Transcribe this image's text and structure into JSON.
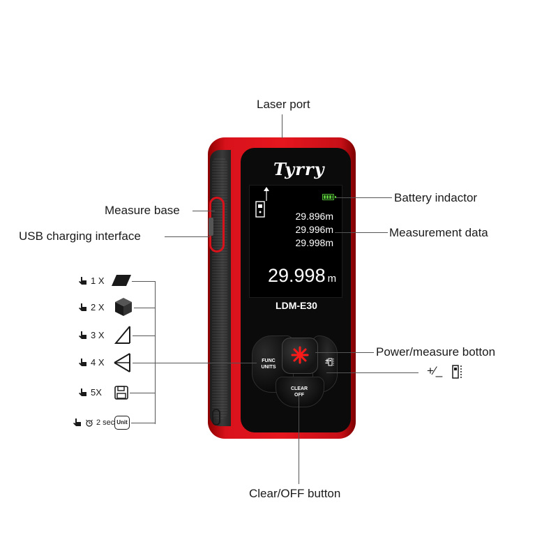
{
  "product": {
    "brand": "Tyrry",
    "model": "LDM-E30"
  },
  "display": {
    "readings": [
      "29.896m",
      "29.996m",
      "29.998m"
    ],
    "main_value": "29.998",
    "main_unit": "m"
  },
  "buttons": {
    "func": [
      "FUNC",
      "UNITS"
    ],
    "clear": [
      "CLEAR",
      "OFF"
    ],
    "right_symbol": "±"
  },
  "callouts": {
    "laser_port": "Laser port",
    "battery": "Battery indactor",
    "measure_base": "Measure base",
    "usb": "USB charging interface",
    "measurement_data": "Measurement data",
    "power": "Power/measure botton",
    "clear_off": "Clear/OFF button",
    "plus_minus_symbol": "+⁄_"
  },
  "press_legend": [
    {
      "count": "1 X",
      "mode": "area-icon"
    },
    {
      "count": "2 X",
      "mode": "volume-icon"
    },
    {
      "count": "3 X",
      "mode": "pythagoras-single-icon"
    },
    {
      "count": "4 X",
      "mode": "pythagoras-double-icon"
    },
    {
      "count": "5X",
      "mode": "save-icon"
    },
    {
      "count": "2 sec",
      "mode": "unit-icon",
      "unit_label": "Unit"
    }
  ],
  "colors": {
    "device_red": "#e5161e",
    "battery_green": "#58c43a",
    "laser_red": "#ff1a1a"
  }
}
